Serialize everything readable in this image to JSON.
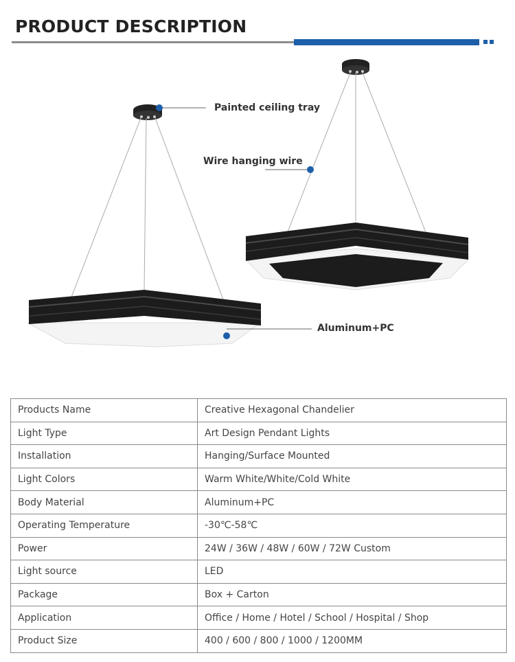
{
  "header": {
    "title": "PRODUCT DESCRIPTION"
  },
  "callouts": {
    "tray": "Painted ceiling tray",
    "wire": "Wire hanging wire",
    "material": "Aluminum+PC"
  },
  "colors": {
    "accent": "#1d5fa9",
    "rule": "#8c8c8c",
    "body": "#1e1e1e"
  },
  "specs": [
    {
      "label": "Products Name",
      "value": "Creative Hexagonal Chandelier"
    },
    {
      "label": "Light Type",
      "value": "Art Design Pendant Lights"
    },
    {
      "label": "Installation",
      "value": "Hanging/Surface Mounted"
    },
    {
      "label": "Light Colors",
      "value": "Warm White/White/Cold White"
    },
    {
      "label": "Body Material",
      "value": "Aluminum+PC"
    },
    {
      "label": "Operating Temperature",
      "value": "-30℃-58℃"
    },
    {
      "label": "Power",
      "value": "24W / 36W / 48W / 60W / 72W Custom"
    },
    {
      "label": "Light source",
      "value": "LED"
    },
    {
      "label": "Package",
      "value": "Box + Carton"
    },
    {
      "label": "Application",
      "value": "Office / Home / Hotel / School / Hospital / Shop"
    },
    {
      "label": "Product Size",
      "value": "400 / 600 / 800 / 1000 / 1200MM"
    }
  ]
}
